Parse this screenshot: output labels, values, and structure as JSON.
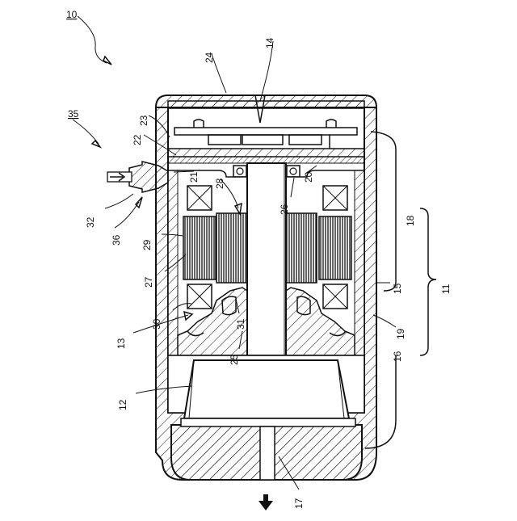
{
  "figure": {
    "labels": {
      "n10": "10",
      "n11": "11",
      "n12": "12",
      "n13": "13",
      "n14": "14",
      "n15": "15",
      "n16": "16",
      "n17": "17",
      "n18": "18",
      "n19": "19",
      "n20": "20",
      "n21": "21",
      "n22": "22",
      "n23": "23",
      "n24": "24",
      "n25": "25",
      "n26": "26",
      "n27": "27",
      "n28": "28",
      "n29": "29",
      "n30": "30",
      "n31": "31",
      "n32": "32",
      "n35": "35",
      "n36": "36"
    },
    "flow_arrow_icon": "down-arrow-icon"
  }
}
